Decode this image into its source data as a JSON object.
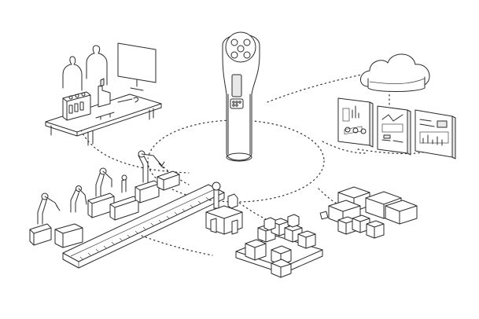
{
  "palette": {
    "line": "#2a2a2a",
    "fill": "#ffffff",
    "shade": "#e8e8e8"
  },
  "nodes": [
    {
      "id": "scanner",
      "icon": "handheld-scanner-icon"
    },
    {
      "id": "cloud",
      "icon": "cloud-icon"
    },
    {
      "id": "dashboards",
      "icon": "tablet-dashboard-icon"
    },
    {
      "id": "lab",
      "icon": "lab-workstation-icon"
    },
    {
      "id": "factory",
      "icon": "robotic-assembly-line-icon"
    },
    {
      "id": "warehouse",
      "icon": "inventory-boxes-icon"
    },
    {
      "id": "shipping",
      "icon": "packaging-station-icon"
    }
  ]
}
